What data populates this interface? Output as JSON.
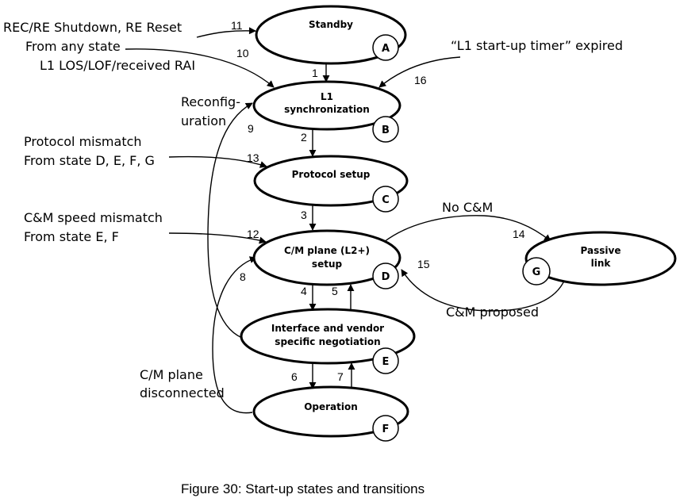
{
  "states": {
    "a": {
      "label": [
        "Standby"
      ],
      "letter": "A"
    },
    "b": {
      "label": [
        "L1",
        "synchronization"
      ],
      "letter": "B"
    },
    "c": {
      "label": [
        "Protocol setup"
      ],
      "letter": "C"
    },
    "d": {
      "label": [
        "C/M plane (L2+)",
        "setup"
      ],
      "letter": "D"
    },
    "e": {
      "label": [
        "Interface and vendor",
        "specific negotiation"
      ],
      "letter": "E"
    },
    "f": {
      "label": [
        "Operation"
      ],
      "letter": "F"
    },
    "g": {
      "label": [
        "Passive",
        "link"
      ],
      "letter": "G"
    }
  },
  "transitions": {
    "t1": "1",
    "t2": "2",
    "t3": "3",
    "t4": "4",
    "t5": "5",
    "t6": "6",
    "t7": "7",
    "t8": "8",
    "t9": "9",
    "t10": "10",
    "t11": "11",
    "t12": "12",
    "t13": "13",
    "t14": "14",
    "t15": "15",
    "t16": "16"
  },
  "notes": {
    "reset": [
      "REC/RE Shutdown, RE Reset",
      "From any state",
      "L1 LOS/LOF/received RAI"
    ],
    "timer": "“L1 start-up timer” expired",
    "reconfig": [
      "Reconfig-",
      "uration"
    ],
    "protocol": [
      "Protocol mismatch",
      "From state D, E, F, G"
    ],
    "cm_speed": [
      "C&M speed mismatch",
      "From state E, F"
    ],
    "no_cm": "No C&M",
    "cm_proposed": "C&M proposed",
    "cm_disconnected": [
      "C/M plane",
      "disconnected"
    ]
  },
  "caption": "Figure 30: Start-up states and transitions"
}
